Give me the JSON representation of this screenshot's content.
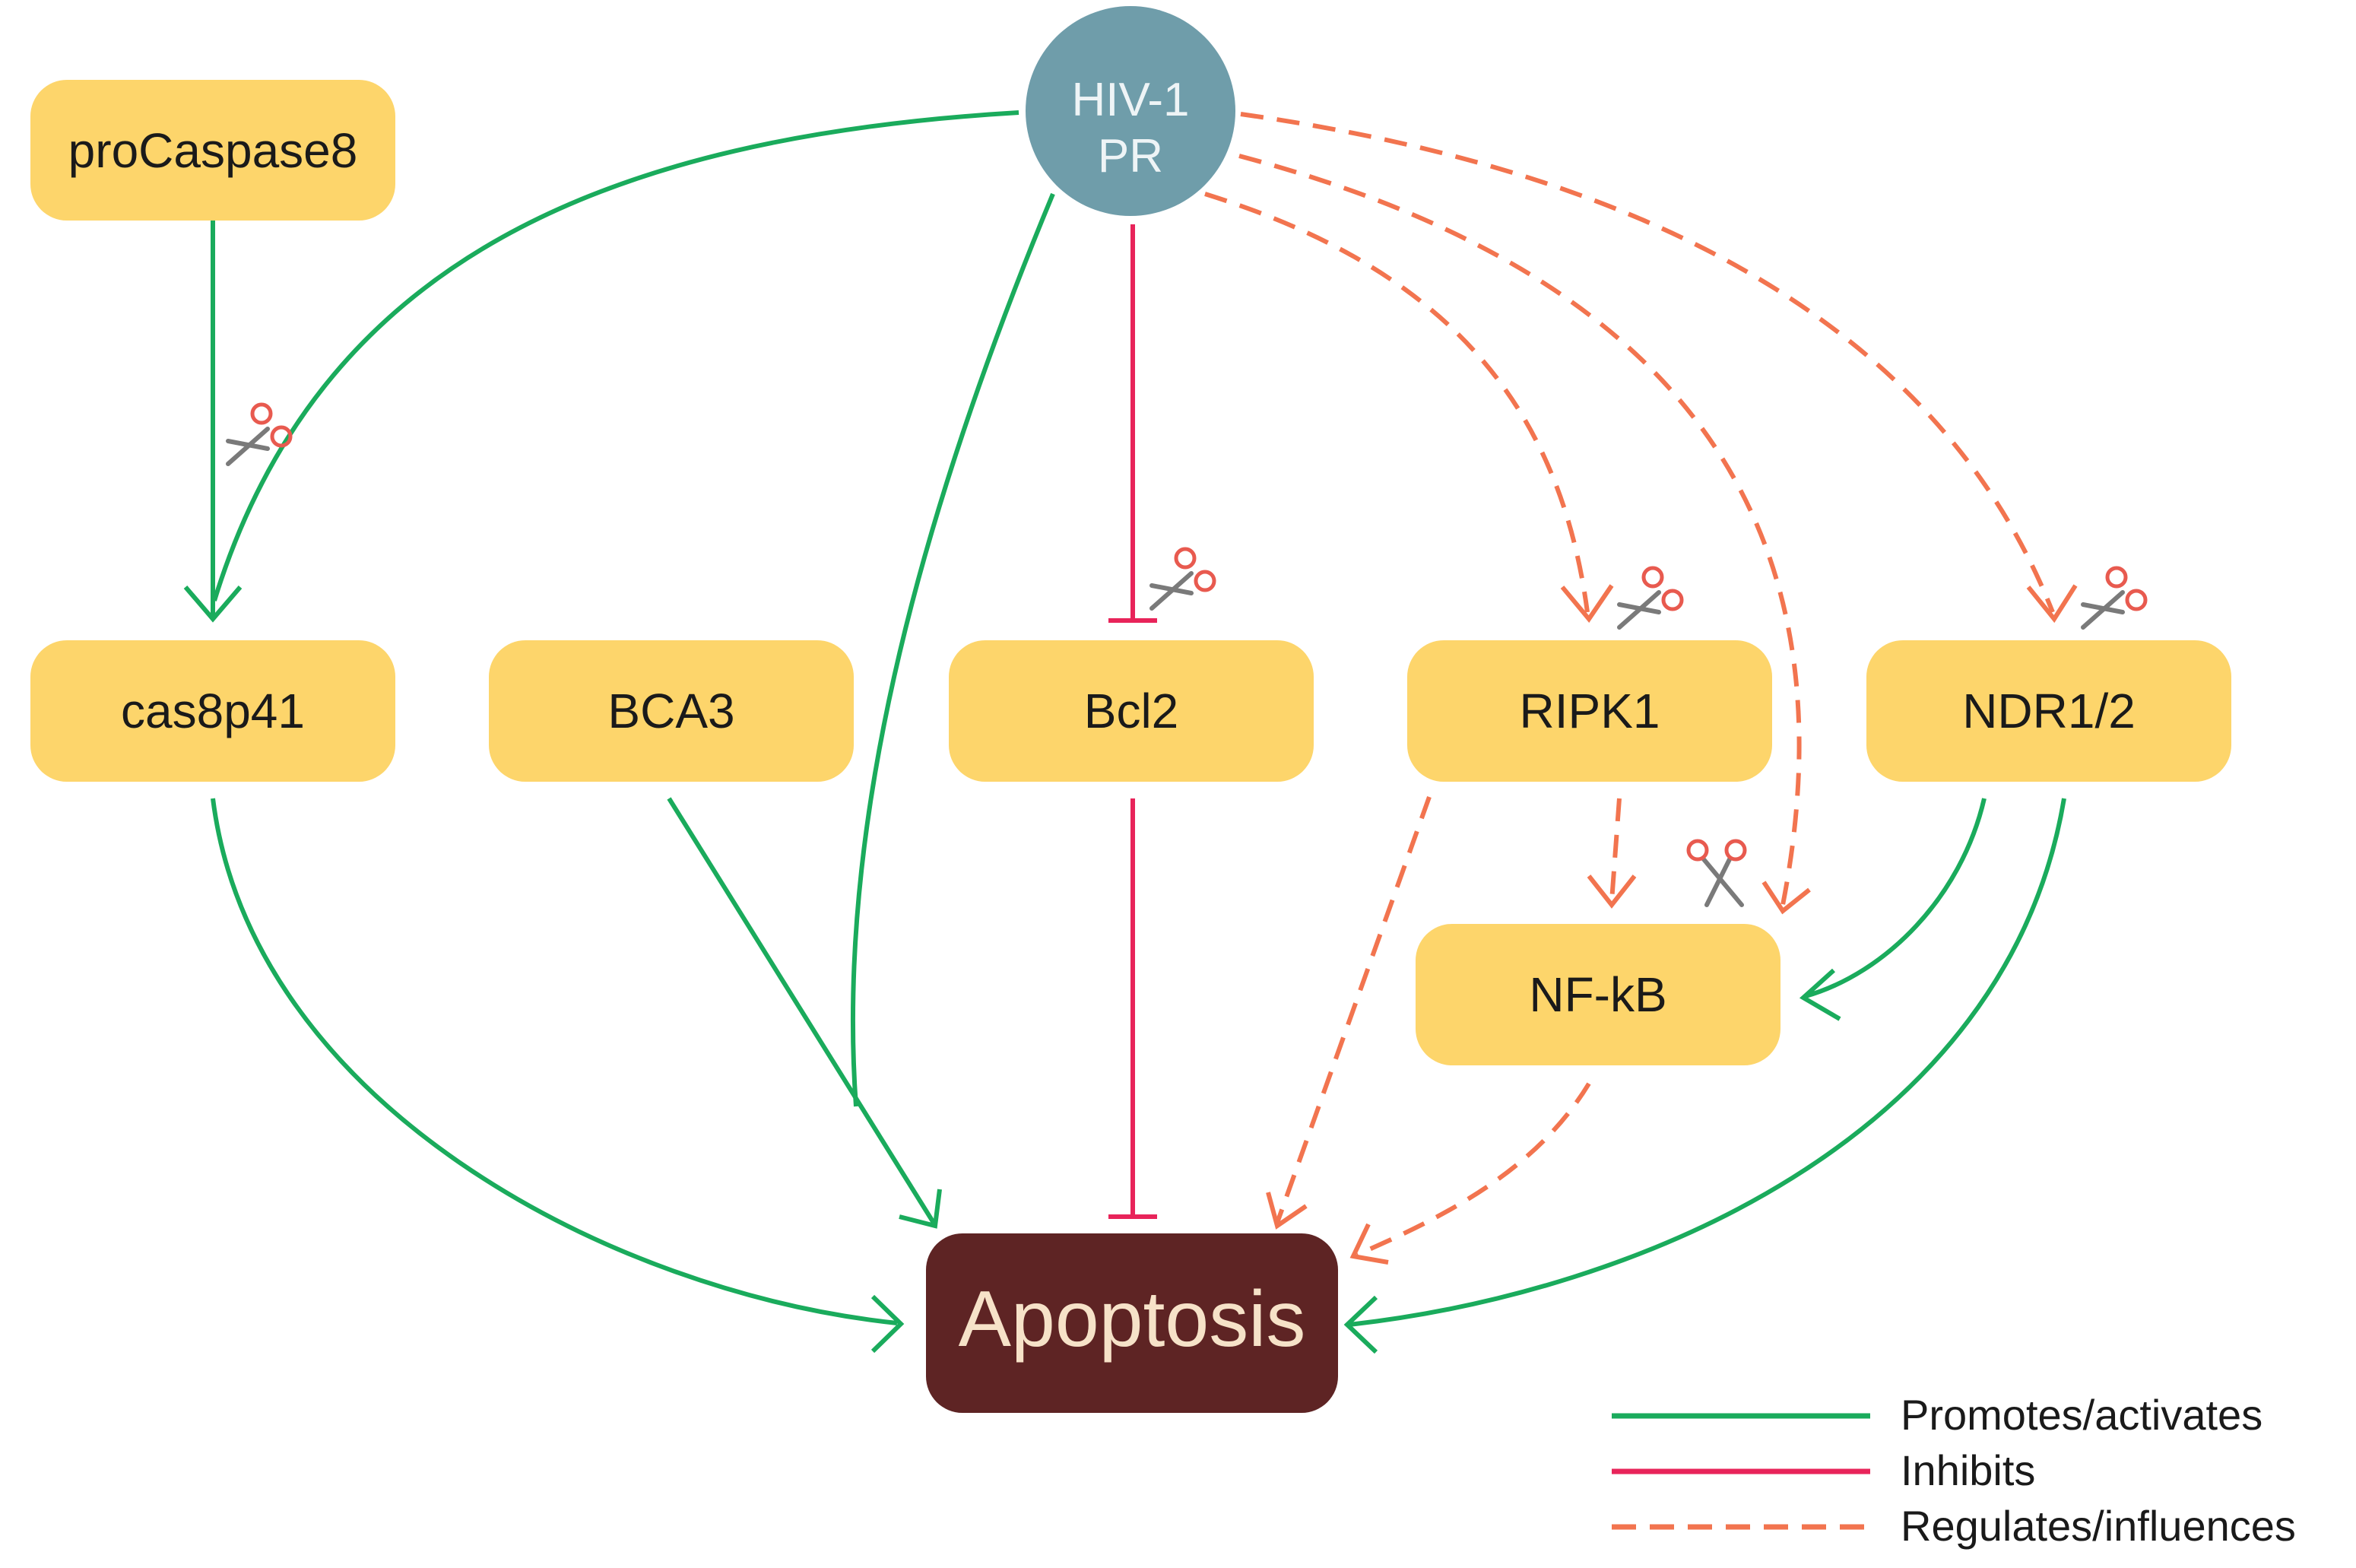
{
  "colors": {
    "node_fill": "#fdd56b",
    "hiv_fill": "#6f9daa",
    "apoptosis_fill": "#5e2424",
    "promotes": "#1aab5c",
    "inhibits": "#e8245a",
    "regulates": "#f2744f",
    "scissors_handle": "#e85a4f",
    "scissors_blade": "#7a7a7a"
  },
  "nodes": {
    "procaspase8": "proCaspase8",
    "cas8p41": "cas8p41",
    "bca3": "BCA3",
    "bcl2": "Bcl2",
    "ripk1": "RIPK1",
    "ndr12": "NDR1/2",
    "nfkb": "NF-kB",
    "hiv_line1": "HIV-1",
    "hiv_line2": "PR",
    "apoptosis": "Apoptosis"
  },
  "legend": {
    "promotes": "Promotes/activates",
    "inhibits": "Inhibits",
    "regulates": "Regulates/influences"
  },
  "edges": [
    {
      "from": "procaspase8",
      "to": "cas8p41",
      "type": "promotes",
      "cleavage": true
    },
    {
      "from": "hiv_pr",
      "to": "cas8p41",
      "type": "promotes"
    },
    {
      "from": "hiv_pr",
      "to": "apoptosis",
      "type": "promotes"
    },
    {
      "from": "hiv_pr",
      "to": "bcl2",
      "type": "inhibits",
      "cleavage": true
    },
    {
      "from": "hiv_pr",
      "to": "ripk1",
      "type": "regulates",
      "cleavage": true
    },
    {
      "from": "hiv_pr",
      "to": "nfkb",
      "type": "regulates",
      "cleavage": true
    },
    {
      "from": "hiv_pr",
      "to": "ndr12",
      "type": "regulates",
      "cleavage": true
    },
    {
      "from": "cas8p41",
      "to": "apoptosis",
      "type": "promotes"
    },
    {
      "from": "bca3",
      "to": "apoptosis",
      "type": "promotes"
    },
    {
      "from": "bcl2",
      "to": "apoptosis",
      "type": "inhibits"
    },
    {
      "from": "ripk1",
      "to": "apoptosis",
      "type": "regulates"
    },
    {
      "from": "ripk1",
      "to": "nfkb",
      "type": "regulates"
    },
    {
      "from": "nfkb",
      "to": "apoptosis",
      "type": "regulates"
    },
    {
      "from": "ndr12",
      "to": "nfkb",
      "type": "promotes"
    },
    {
      "from": "ndr12",
      "to": "apoptosis",
      "type": "promotes"
    }
  ]
}
